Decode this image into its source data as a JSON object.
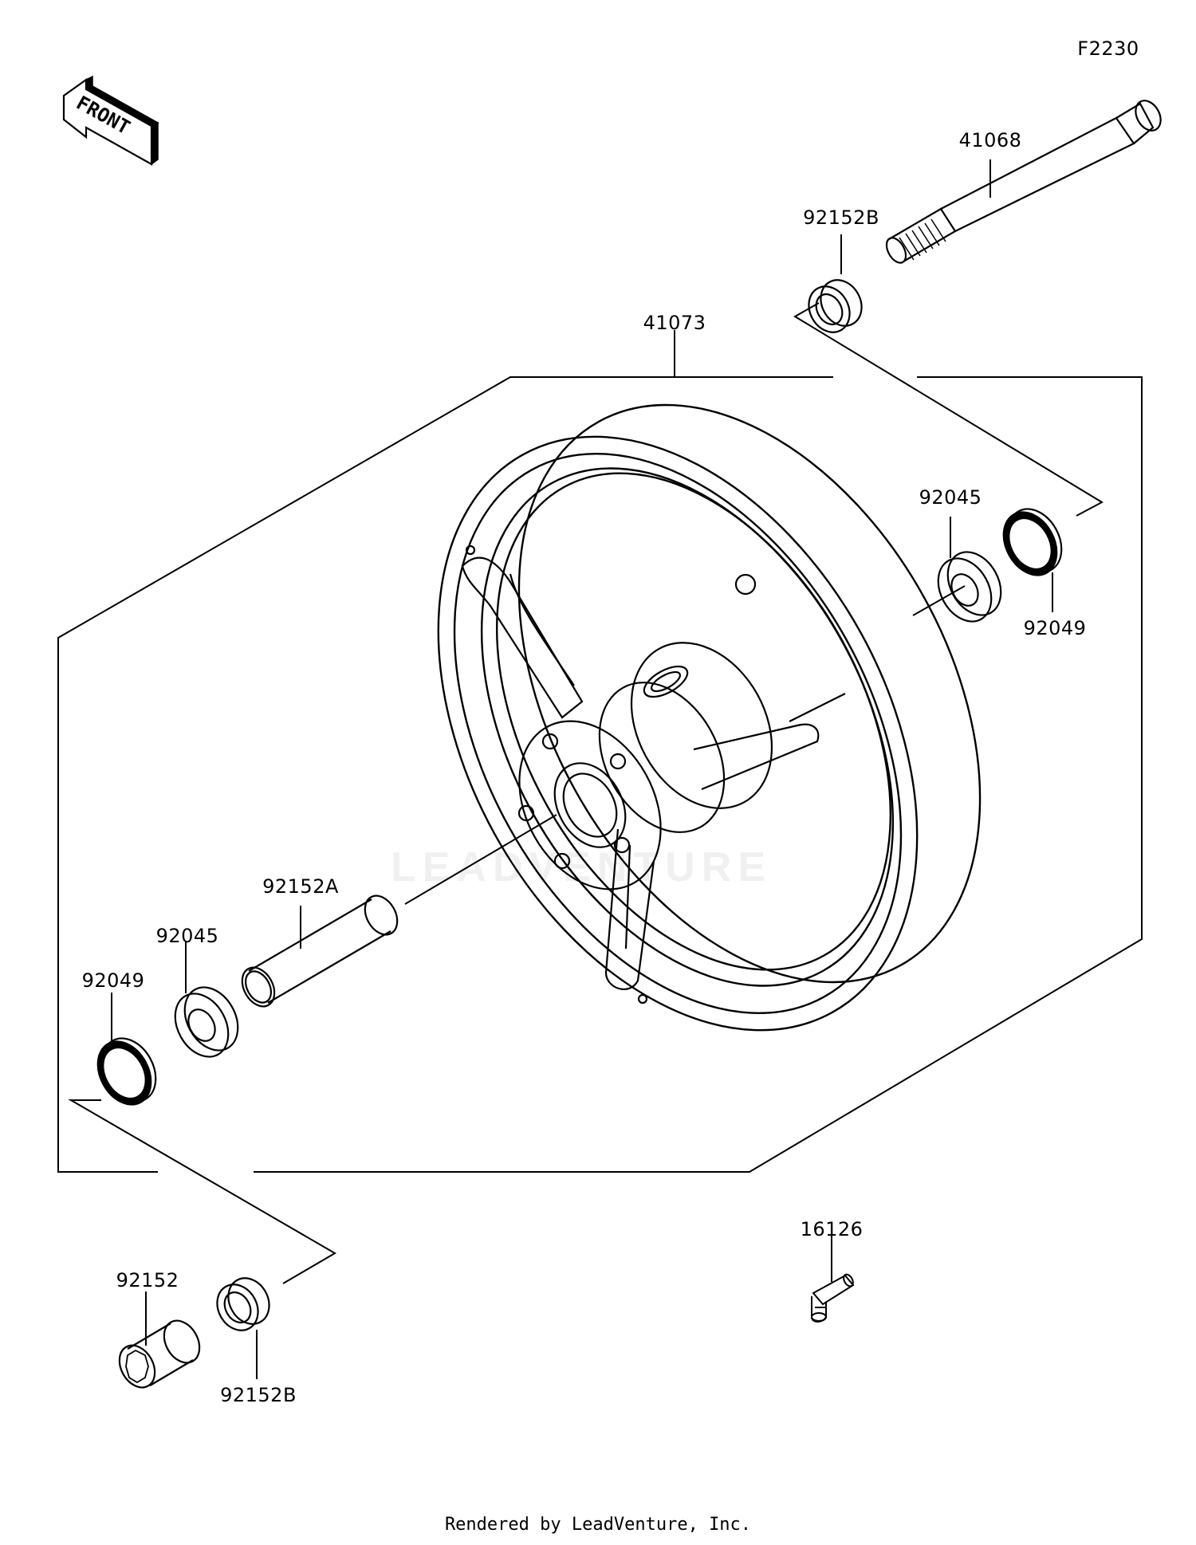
{
  "diagram_code": "F2230",
  "front_indicator": "FRONT",
  "parts": {
    "axle": "41068",
    "collar_b_top": "92152B",
    "wheel": "41073",
    "bearing_right": "92045",
    "seal_right": "92049",
    "collar_a": "92152A",
    "bearing_left": "92045",
    "seal_left": "92049",
    "collar": "92152",
    "collar_b_bottom": "92152B",
    "valve": "16126"
  },
  "watermark": "LEADVENTURE",
  "footer": "Rendered by LeadVenture, Inc."
}
